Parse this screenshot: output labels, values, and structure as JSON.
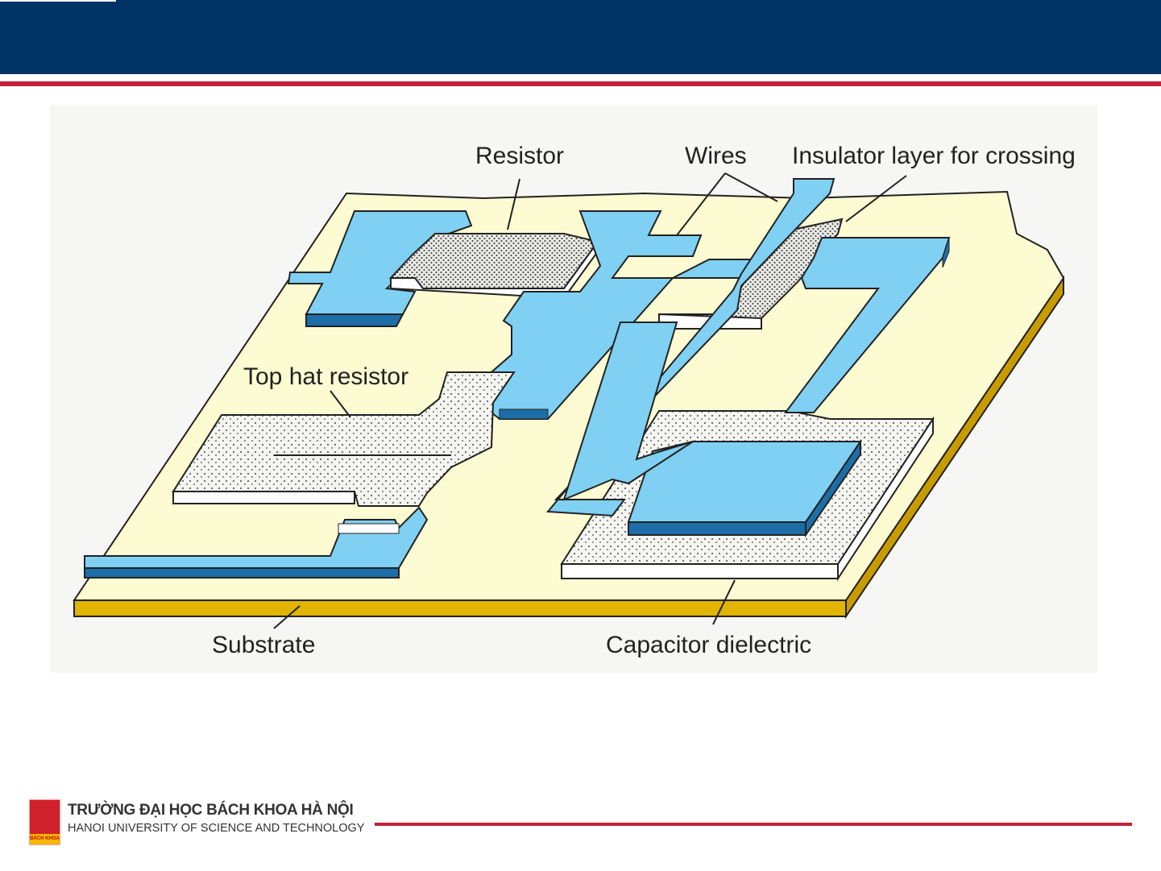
{
  "diagram": {
    "labels": {
      "resistor": "Resistor",
      "wires": "Wires",
      "insulator": "Insulator layer for crossing",
      "top_hat": "Top hat resistor",
      "substrate": "Substrate",
      "capacitor": "Capacitor dielectric"
    },
    "colors": {
      "conductor": "#7fd0f2",
      "conductor_side": "#1d6ea8",
      "substrate": "#fdfbd2",
      "substrate_edge": "#e0b400"
    }
  },
  "footer": {
    "university_vn": "TRƯỜNG ĐẠI HỌC BÁCH KHOA HÀ NỘI",
    "university_en": "HANOI UNIVERSITY OF SCIENCE AND TECHNOLOGY",
    "logo_text": "BÁCH KHOA"
  }
}
